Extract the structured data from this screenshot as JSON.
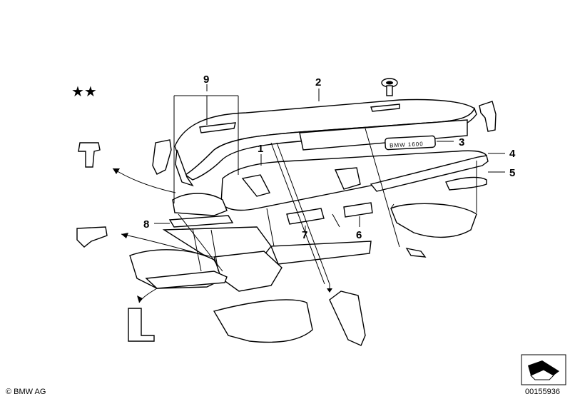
{
  "diagram": {
    "star_marks": "★★",
    "callouts": [
      {
        "id": "1",
        "label": "1"
      },
      {
        "id": "2",
        "label": "2"
      },
      {
        "id": "3",
        "label": "3"
      },
      {
        "id": "4",
        "label": "4"
      },
      {
        "id": "5",
        "label": "5"
      },
      {
        "id": "6",
        "label": "6"
      },
      {
        "id": "7",
        "label": "7"
      },
      {
        "id": "8",
        "label": "8"
      },
      {
        "id": "9",
        "label": "9"
      }
    ],
    "badge_text": "BMW 1600",
    "copyright": "© BMW AG",
    "image_number": "00155936"
  }
}
